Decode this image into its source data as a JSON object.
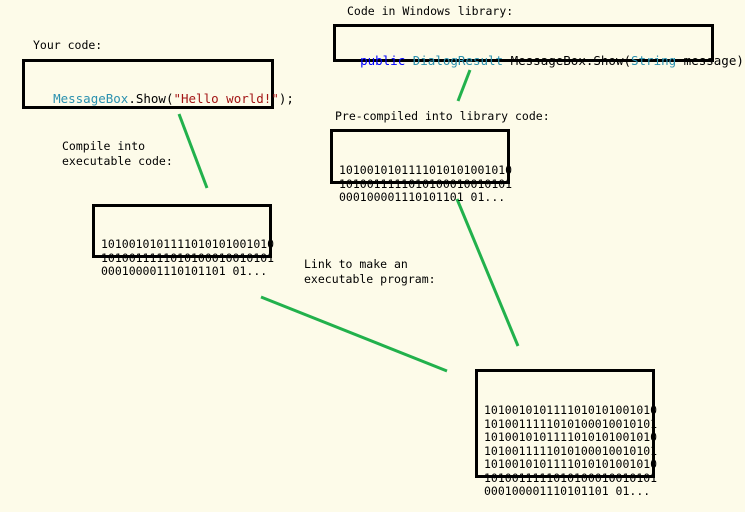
{
  "labels": {
    "your_code": "Your code:",
    "compile_into": "Compile into\nexecutable code:",
    "windows_library": "Code in Windows library:",
    "precompiled": "Pre-compiled into library code:",
    "link_to": "Link to make an\nexecutable program:"
  },
  "your_code_box": {
    "tokens": [
      {
        "text": "MessageBox",
        "kind": "type"
      },
      {
        "text": ".Show(",
        "kind": "plain"
      },
      {
        "text": "\"Hello world!\"",
        "kind": "str"
      },
      {
        "text": ");",
        "kind": "plain"
      }
    ]
  },
  "library_code_box": {
    "tokens": [
      {
        "text": "public",
        "kind": "kw"
      },
      {
        "text": " ",
        "kind": "plain"
      },
      {
        "text": "DialogResult",
        "kind": "type"
      },
      {
        "text": " MessageBox.Show(",
        "kind": "plain"
      },
      {
        "text": "String",
        "kind": "type"
      },
      {
        "text": " message);",
        "kind": "plain"
      }
    ]
  },
  "binary_boxes": {
    "compiled": [
      "1010010101111010101001010",
      "1010011111010100010010101",
      "000100001110101101 01..."
    ],
    "library": [
      "1010010101111010101001010",
      "1010011111010100010010101",
      "000100001110101101 01..."
    ],
    "program": [
      "1010010101111010101001010",
      "1010011111010100010010101",
      "1010010101111010101001010",
      "1010011111010100010010101",
      "1010010101111010101001010",
      "1010011111010100010010101",
      "000100001110101101 01..."
    ]
  },
  "colors": {
    "background": "#fdfbe9",
    "connector": "#22b14c",
    "type": "#2b91af",
    "keyword": "#0000ff",
    "string": "#a31515"
  }
}
